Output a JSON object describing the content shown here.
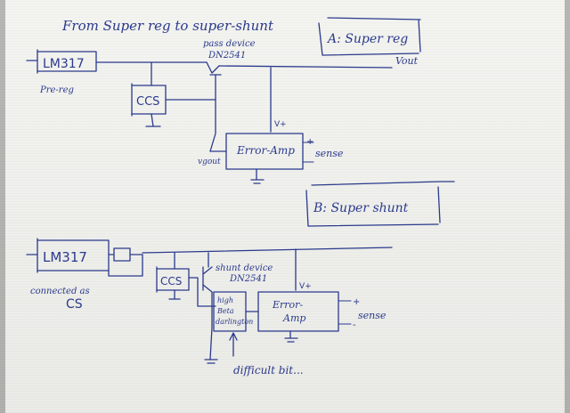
{
  "title": "From Super reg to super-shunt",
  "section_a": {
    "label": "A: Super reg"
  },
  "section_b": {
    "label": "B: Super shunt"
  },
  "circuit_a": {
    "regulator": "LM317",
    "regulator_note": "Pre-reg",
    "ccs": "CCS",
    "pass_device_line1": "pass device",
    "pass_device_line2": "DN2541",
    "vout": "Vout",
    "error_amp": "Error-Amp",
    "vplus": "V+",
    "plus_sign": "+",
    "minus_sign": "-",
    "sense": "sense",
    "vgout": "vgout"
  },
  "circuit_b": {
    "regulator": "LM317",
    "regulator_note_line1": "connected as",
    "regulator_note_line2": "CS",
    "ccs": "CCS",
    "shunt_device_line1": "shunt device",
    "shunt_device_line2": "DN2541",
    "error_amp_line1": "Error-",
    "error_amp_line2": "Amp",
    "vplus": "V+",
    "plus_sign": "+",
    "minus_sign": "-",
    "sense": "sense",
    "box_line1": "high",
    "box_line2": "Beta",
    "box_line3": "darlington",
    "note": "difficult bit..."
  },
  "colors": {
    "ink": "#2a3a8c",
    "paper": "#f4f4f0"
  }
}
